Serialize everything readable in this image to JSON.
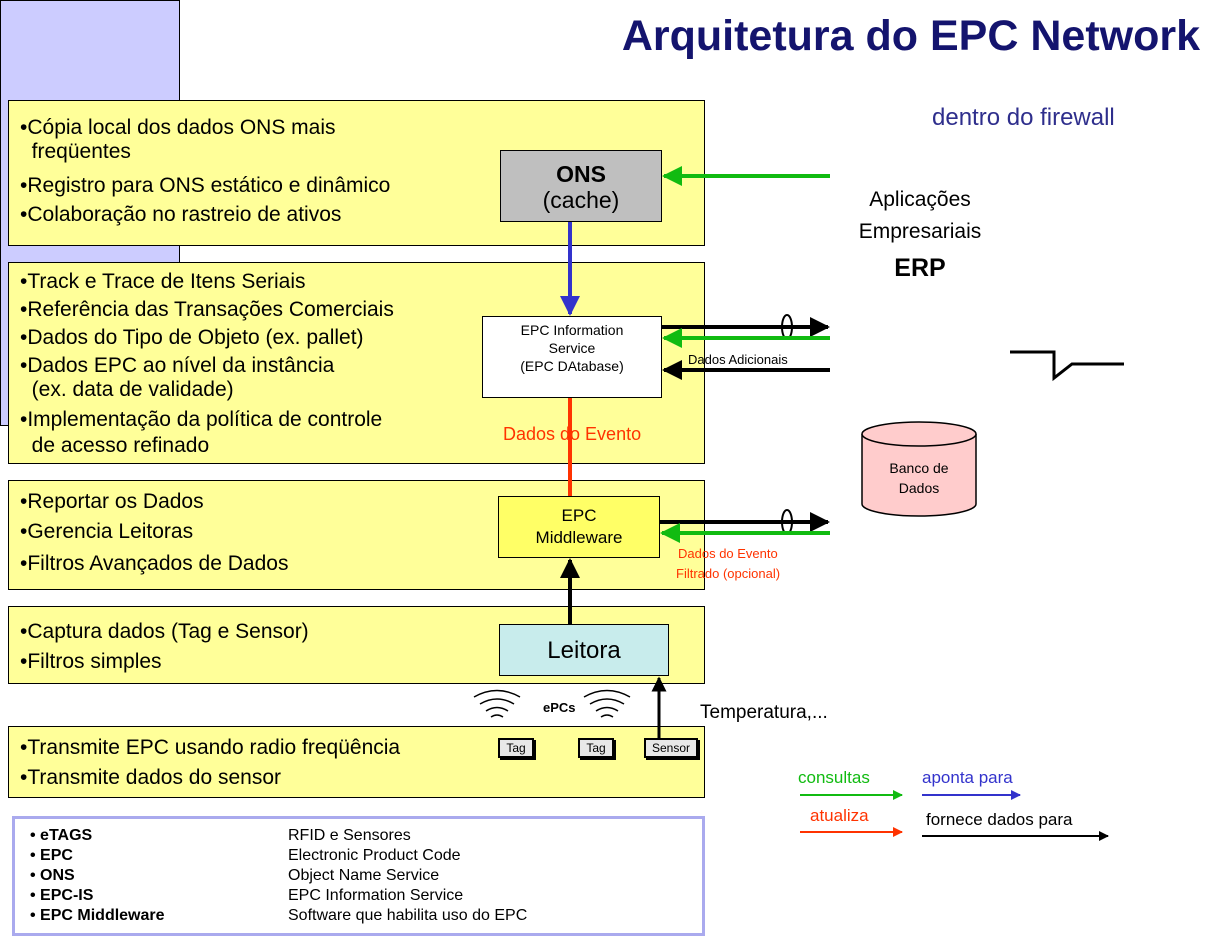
{
  "title": "Arquitetura do EPC Network",
  "firewall_label": "dentro do firewall",
  "bands": [
    {
      "id": "ons-band",
      "lines": [
        "•Cópia local dos dados ONS mais",
        "  freqüentes",
        "•Registro para ONS estático e dinâmico",
        "•Colaboração no rastreio de ativos"
      ]
    },
    {
      "id": "epcis-band",
      "lines": [
        "•Track e Trace de Itens Seriais",
        "•Referência das Transações Comerciais",
        "•Dados do Tipo de Objeto (ex. pallet)",
        "•Dados EPC ao nível da instância",
        "  (ex. data de validade)",
        "•Implementação da política de controle",
        "  de acesso refinado"
      ]
    },
    {
      "id": "middleware-band",
      "lines": [
        "•Reportar os Dados",
        "•Gerencia Leitoras",
        "•Filtros Avançados de Dados"
      ]
    },
    {
      "id": "reader-band",
      "lines": [
        "•Captura dados (Tag e Sensor)",
        "•Filtros simples"
      ]
    },
    {
      "id": "tag-band",
      "lines": [
        "•Transmite EPC usando radio freqüência",
        "•Transmite dados do sensor"
      ]
    }
  ],
  "boxes": {
    "ons": [
      "ONS",
      "(cache)"
    ],
    "epcis": [
      "EPC Information",
      "Service",
      "(EPC DAtabase)"
    ],
    "middleware": [
      "EPC",
      "Middleware"
    ],
    "reader": "Leitora",
    "erp": [
      "Aplicações",
      "Empresariais",
      "ERP"
    ],
    "database": [
      "Banco de",
      "Dados"
    ]
  },
  "labels": {
    "event_data": "Dados do Evento",
    "additional_data": "Dados Adicionais",
    "filtered_event": [
      "Dados do Evento",
      "Filtrado (opcional)"
    ],
    "epcs": "ePCs",
    "temperature": "Temperatura,..."
  },
  "tags": [
    "Tag",
    "Tag",
    "Sensor"
  ],
  "arrow_legend": {
    "queries": "consultas",
    "points_to": "aponta para",
    "updates": "atualiza",
    "provides": "fornece dados para"
  },
  "colors": {
    "queries": "#11bb11",
    "points_to": "#3333cc",
    "updates": "#ff3300",
    "provides": "#000000"
  },
  "glossary": [
    {
      "term": "• eTAGS",
      "def": "RFID e Sensores"
    },
    {
      "term": "• EPC",
      "def": "Electronic Product Code"
    },
    {
      "term": "• ONS",
      "def": "Object Name Service"
    },
    {
      "term": "• EPC-IS",
      "def": "EPC Information Service"
    },
    {
      "term": "• EPC Middleware",
      "def": "Software que habilita uso do EPC"
    }
  ]
}
